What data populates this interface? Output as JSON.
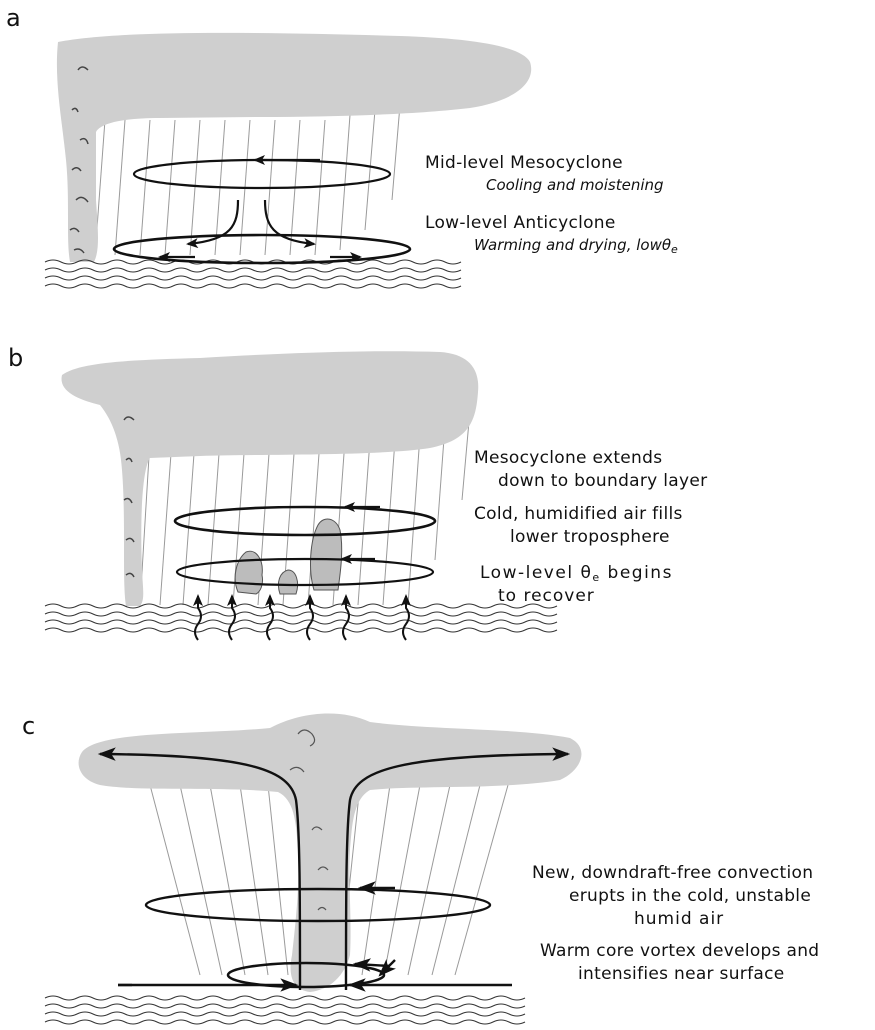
{
  "panels": {
    "a": {
      "letter": "a",
      "mid_title": "Mid-level Mesocyclone",
      "mid_sub": "Cooling and moistening",
      "low_title": "Low-level Anticyclone",
      "low_sub": "Warming and drying, low",
      "low_sub_symbol": "θ",
      "low_sub_subscript": "e"
    },
    "b": {
      "letter": "b",
      "line1": "Mesocyclone extends",
      "line2": "down to boundary layer",
      "line3": "Cold, humidified air fills",
      "line4": "lower troposphere",
      "line5_prefix": "Low-level",
      "line5_symbol": "θ",
      "line5_subscript": "e",
      "line5_suffix": "begins",
      "line6": "to recover"
    },
    "c": {
      "letter": "c",
      "line1": "New, downdraft-free convection",
      "line2": "erupts in the cold, unstable",
      "line3": "humid air",
      "line4": "Warm core vortex develops and",
      "line5": "intensifies near surface"
    }
  },
  "colors": {
    "cloud": "#cfcfcf",
    "ink": "#111111",
    "rain": "#9a9a9a"
  }
}
